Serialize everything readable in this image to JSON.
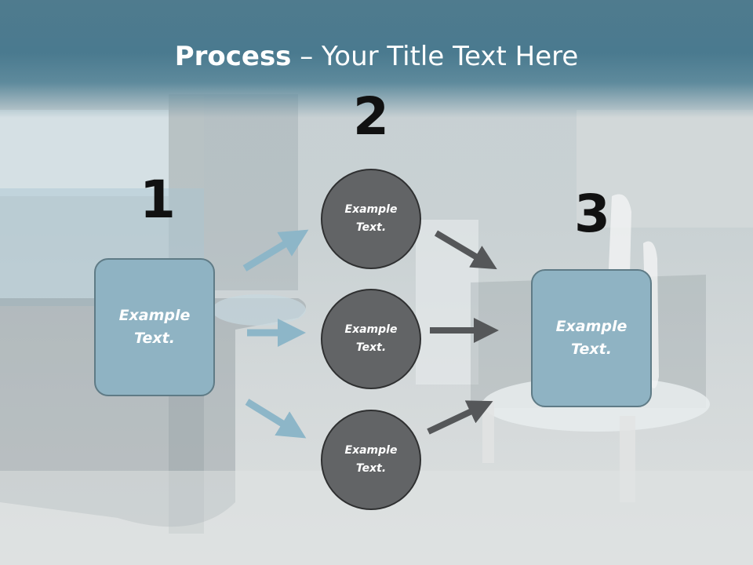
{
  "title": {
    "bold": "Process",
    "rest": " – Your Title Text Here"
  },
  "steps": {
    "one": "1",
    "two": "2",
    "three": "3"
  },
  "boxes": {
    "left": "Example Text.",
    "right": "Example Text."
  },
  "circles": {
    "top": "Example Text.",
    "middle": "Example Text.",
    "bottom": "Example Text."
  },
  "colors": {
    "title_band": "#4a7a8f",
    "box_fill": "#8fb3c3",
    "circle_fill": "#626466",
    "blue_arrow": "#8db6c8",
    "dark_arrow": "#555759"
  }
}
